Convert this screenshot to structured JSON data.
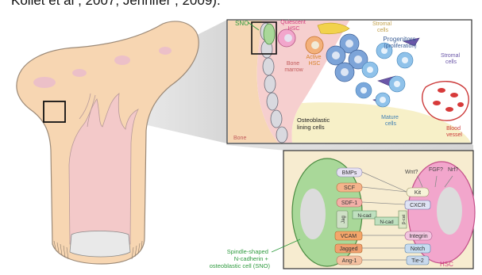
{
  "caption": "Kollet et al , 2007; Jennifer , 2009).",
  "top_panel": {
    "sno": "SNO",
    "quiescent_hsc": [
      "Quiescent",
      "HSC"
    ],
    "active_hsc": [
      "Active",
      "HSC"
    ],
    "bone_marrow": [
      "Bone",
      "marrow"
    ],
    "stromal_cells_top": [
      "Stromal",
      "cells"
    ],
    "progenitors": [
      "Progenitors",
      "(proliferation)"
    ],
    "stromal_cells_right": [
      "Stromal",
      "cells"
    ],
    "mature_cells": [
      "Mature",
      "cells"
    ],
    "blood_vessel": [
      "Blood",
      "vessel"
    ],
    "osteoblastic": [
      "Osteoblastic",
      "lining cells"
    ],
    "bone": "Bone"
  },
  "bottom_panel": {
    "wnt": "Wnt?",
    "fgf": "FGF?",
    "nrf": "Nrf?",
    "left_molecules": [
      "BMPs",
      "SCF",
      "SDF-1",
      "Jag",
      "VCAM",
      "Jagged",
      "Ang-1"
    ],
    "n_cad_top": "N-cad",
    "n_cad_bottom": "N-cad",
    "beta_cat": "β-cat",
    "right_molecules": [
      "Kit",
      "CXCR",
      "Integrin",
      "Notch",
      "Tie-2"
    ],
    "sno_label": [
      "Spindle-shaped",
      "N-cadherin +",
      "osteoblastic cell (SNO)"
    ],
    "hsc_label": "HSC"
  },
  "colors": {
    "bone_fill": "#f7d6b2",
    "marrow_fill": "#f3c9c9",
    "panel_fill": "#f5e6c8",
    "sno_green": "#9fcf8c",
    "hsc_pink": "#f2a6cc",
    "label_green": "#2e9a3e",
    "label_orange": "#d7832a",
    "label_pink": "#d23c7d"
  }
}
